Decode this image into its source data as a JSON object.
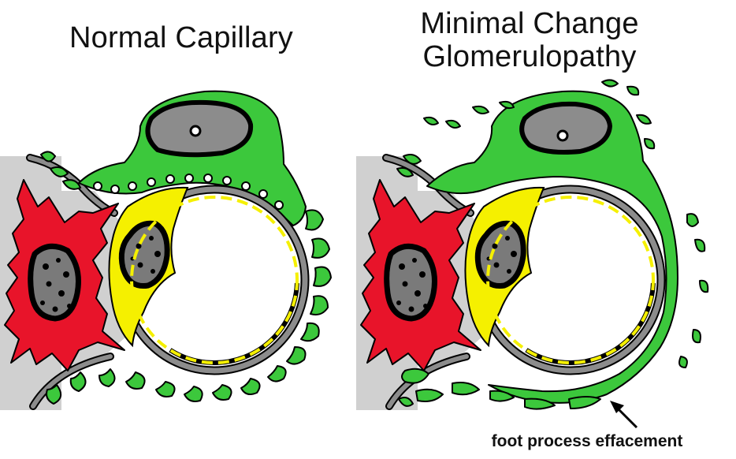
{
  "panels": {
    "left": {
      "title_line1": "Normal Capillary"
    },
    "right": {
      "title_line1": "Minimal Change",
      "title_line2": "Glomerulopathy",
      "annotation": "foot process effacement"
    }
  },
  "colors": {
    "podocyte": "#3cc83c",
    "mesangial_cell": "#e8142a",
    "endothelial_cell": "#f5f000",
    "nucleus": "#8c8c8c",
    "basement_membrane": "#8c8c8c",
    "mesangium": "#d0d0d0",
    "fenestration": "#d4c000",
    "outline": "#000000"
  }
}
